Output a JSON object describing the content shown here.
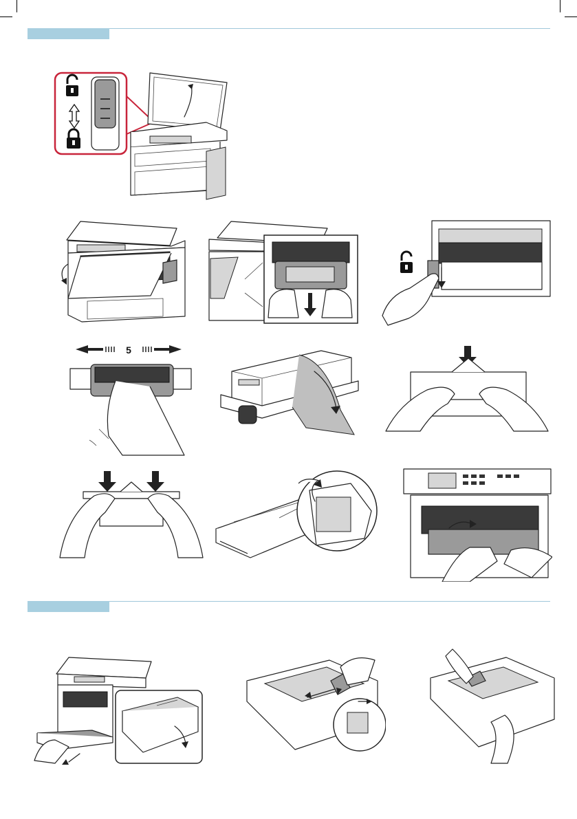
{
  "sections": [
    {
      "id": "toner-replacement"
    },
    {
      "id": "paper-loading"
    }
  ],
  "figures": {
    "drawer_width_label": "5"
  },
  "colors": {
    "section_tab": "#a8cfe0",
    "section_rule": "#9fc7da",
    "callout_border": "#c8243a",
    "highlight_gray": "#9a9a9a"
  },
  "icons": [
    "lock-open-icon",
    "lock-closed-icon",
    "double-arrow-icon",
    "curved-arrow-icon",
    "down-arrow-icon"
  ]
}
